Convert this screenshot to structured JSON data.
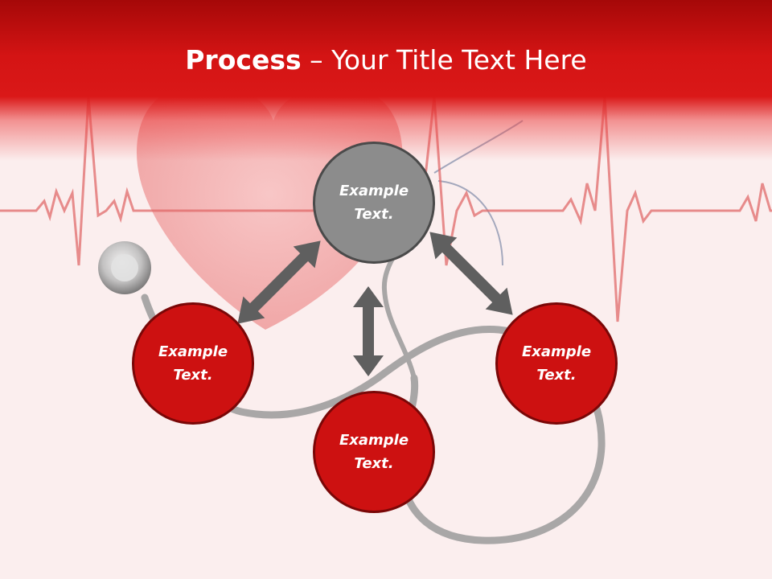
{
  "slide": {
    "title_bold": "Process",
    "title_rest": " – Your Title Text Here",
    "nodes": [
      {
        "line1": "Example",
        "line2": "Text.",
        "color": "#8c8c8c"
      },
      {
        "line1": "Example",
        "line2": "Text.",
        "color": "#cd1111"
      },
      {
        "line1": "Example",
        "line2": "Text.",
        "color": "#cd1111"
      },
      {
        "line1": "Example",
        "line2": "Text.",
        "color": "#cd1111"
      }
    ]
  },
  "theme": {
    "header_red": "#d41414",
    "arrow_color": "#5f5f5f",
    "ecg_color": "#e06a6a"
  }
}
